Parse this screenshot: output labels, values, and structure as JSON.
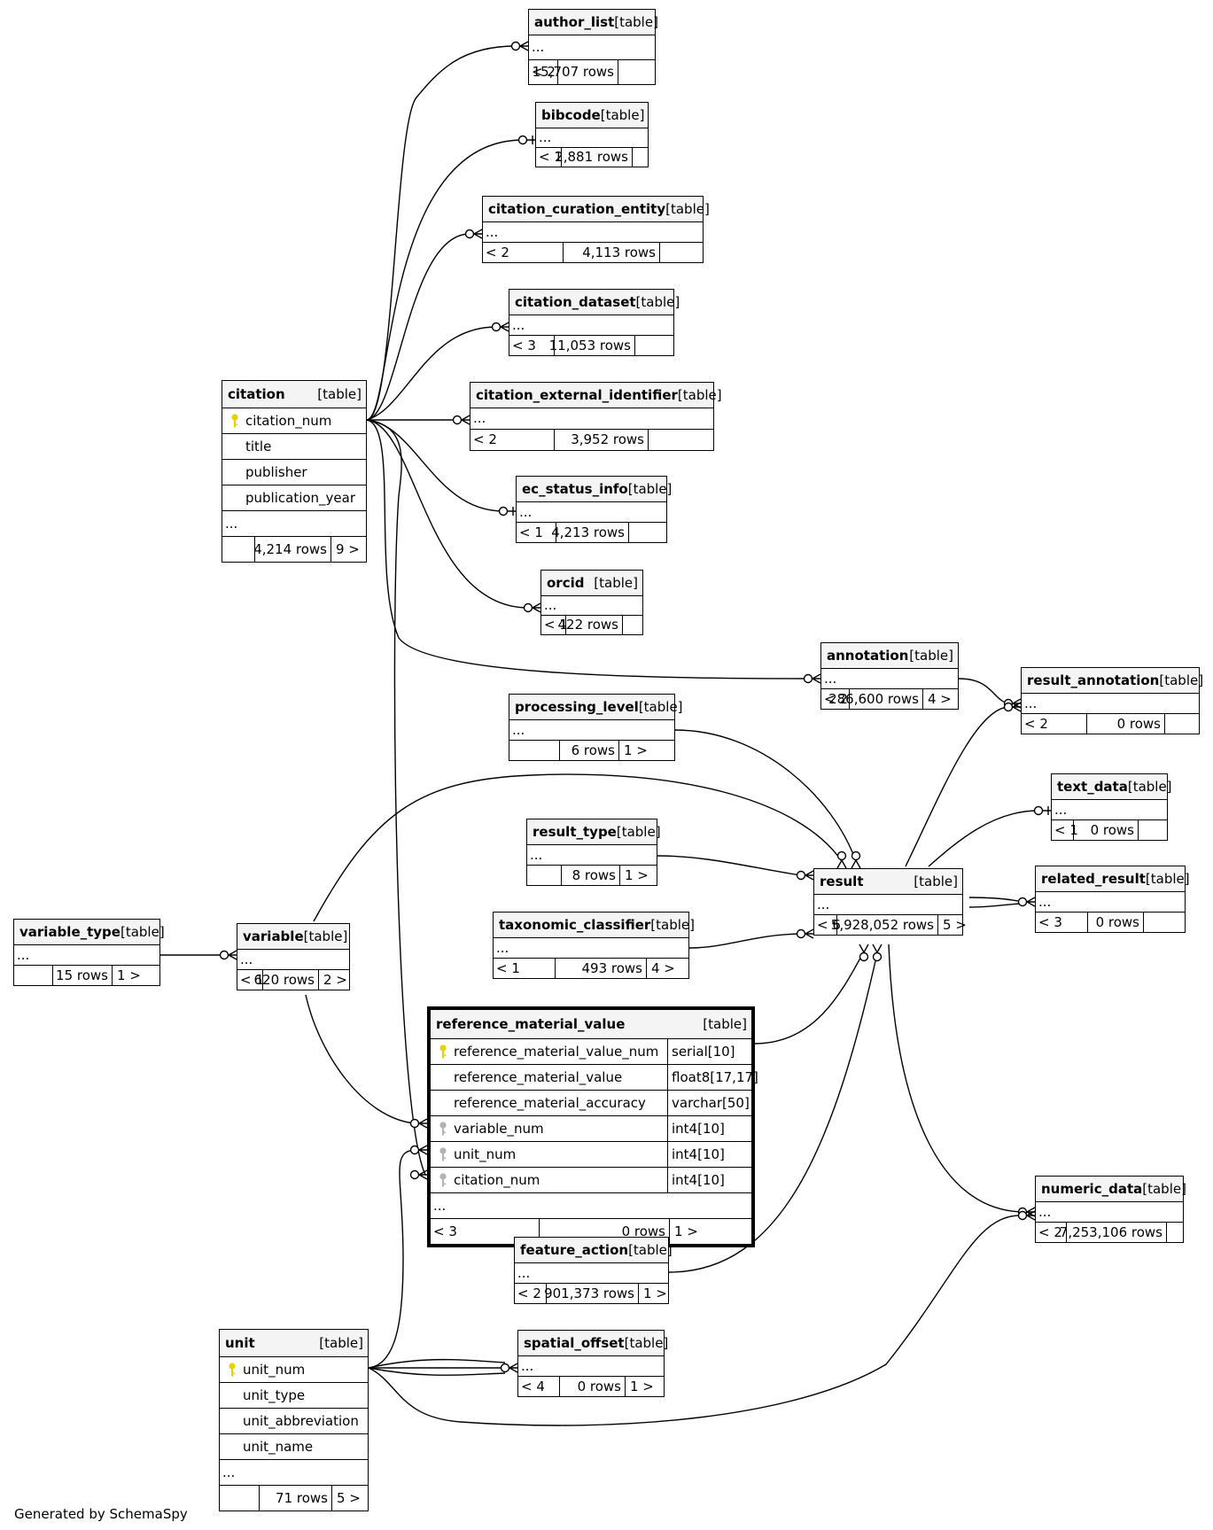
{
  "footer": "Generated by SchemaSpy",
  "table_tag": "[table]",
  "ellipsis": "...",
  "colors": {
    "border": "#000000",
    "header_bg": "#f4f4f4",
    "primary_key": "#e6d200",
    "foreign_key": "#b3b3b3"
  },
  "tables": [
    {
      "id": "author_list",
      "name": "author_list",
      "parents": "< 2",
      "rows": "15,707 rows",
      "children": ""
    },
    {
      "id": "bibcode",
      "name": "bibcode",
      "parents": "< 1",
      "rows": "2,881 rows",
      "children": ""
    },
    {
      "id": "citation_curation_entity",
      "name": "citation_curation_entity",
      "parents": "< 2",
      "rows": "4,113 rows",
      "children": ""
    },
    {
      "id": "citation_dataset",
      "name": "citation_dataset",
      "parents": "< 3",
      "rows": "11,053 rows",
      "children": ""
    },
    {
      "id": "citation_external_identifier",
      "name": "citation_external_identifier",
      "parents": "< 2",
      "rows": "3,952 rows",
      "children": ""
    },
    {
      "id": "ec_status_info",
      "name": "ec_status_info",
      "parents": "< 1",
      "rows": "4,213 rows",
      "children": ""
    },
    {
      "id": "orcid",
      "name": "orcid",
      "parents": "< 1",
      "rows": "422 rows",
      "children": ""
    },
    {
      "id": "citation",
      "name": "citation",
      "parents": "",
      "rows": "4,214 rows",
      "children": "9 >",
      "columns": [
        {
          "name": "citation_num",
          "key": "primary"
        },
        {
          "name": "title"
        },
        {
          "name": "publisher"
        },
        {
          "name": "publication_year"
        }
      ]
    },
    {
      "id": "annotation",
      "name": "annotation",
      "parents": "< 2",
      "rows": "286,600 rows",
      "children": "4 >"
    },
    {
      "id": "result_annotation",
      "name": "result_annotation",
      "parents": "< 2",
      "rows": "0 rows",
      "children": ""
    },
    {
      "id": "processing_level",
      "name": "processing_level",
      "parents": "",
      "rows": "6 rows",
      "children": "1 >"
    },
    {
      "id": "text_data",
      "name": "text_data",
      "parents": "< 1",
      "rows": "0 rows",
      "children": ""
    },
    {
      "id": "result_type",
      "name": "result_type",
      "parents": "",
      "rows": "8 rows",
      "children": "1 >"
    },
    {
      "id": "result",
      "name": "result",
      "parents": "< 6",
      "rows": "5,928,052 rows",
      "children": "5 >"
    },
    {
      "id": "related_result",
      "name": "related_result",
      "parents": "< 3",
      "rows": "0 rows",
      "children": ""
    },
    {
      "id": "variable_type",
      "name": "variable_type",
      "parents": "",
      "rows": "15 rows",
      "children": "1 >"
    },
    {
      "id": "variable",
      "name": "variable",
      "parents": "< 1",
      "rows": "620 rows",
      "children": "2 >"
    },
    {
      "id": "taxonomic_classifier",
      "name": "taxonomic_classifier",
      "parents": "< 1",
      "rows": "493 rows",
      "children": "4 >"
    },
    {
      "id": "reference_material_value",
      "name": "reference_material_value",
      "parents": "< 3",
      "rows": "0 rows",
      "children": "1 >",
      "focus": true,
      "columns": [
        {
          "name": "reference_material_value_num",
          "type": "serial[10]",
          "key": "primary"
        },
        {
          "name": "reference_material_value",
          "type": "float8[17,17]"
        },
        {
          "name": "reference_material_accuracy",
          "type": "varchar[50]"
        },
        {
          "name": "variable_num",
          "type": "int4[10]",
          "key": "foreign"
        },
        {
          "name": "unit_num",
          "type": "int4[10]",
          "key": "foreign"
        },
        {
          "name": "citation_num",
          "type": "int4[10]",
          "key": "foreign"
        }
      ]
    },
    {
      "id": "numeric_data",
      "name": "numeric_data",
      "parents": "< 2",
      "rows": "7,253,106 rows",
      "children": ""
    },
    {
      "id": "feature_action",
      "name": "feature_action",
      "parents": "< 2",
      "rows": "901,373 rows",
      "children": "1 >"
    },
    {
      "id": "unit",
      "name": "unit",
      "parents": "",
      "rows": "71 rows",
      "children": "5 >",
      "columns": [
        {
          "name": "unit_num",
          "key": "primary"
        },
        {
          "name": "unit_type"
        },
        {
          "name": "unit_abbreviation"
        },
        {
          "name": "unit_name"
        }
      ]
    },
    {
      "id": "spatial_offset",
      "name": "spatial_offset",
      "parents": "< 4",
      "rows": "0 rows",
      "children": "1 >"
    }
  ]
}
